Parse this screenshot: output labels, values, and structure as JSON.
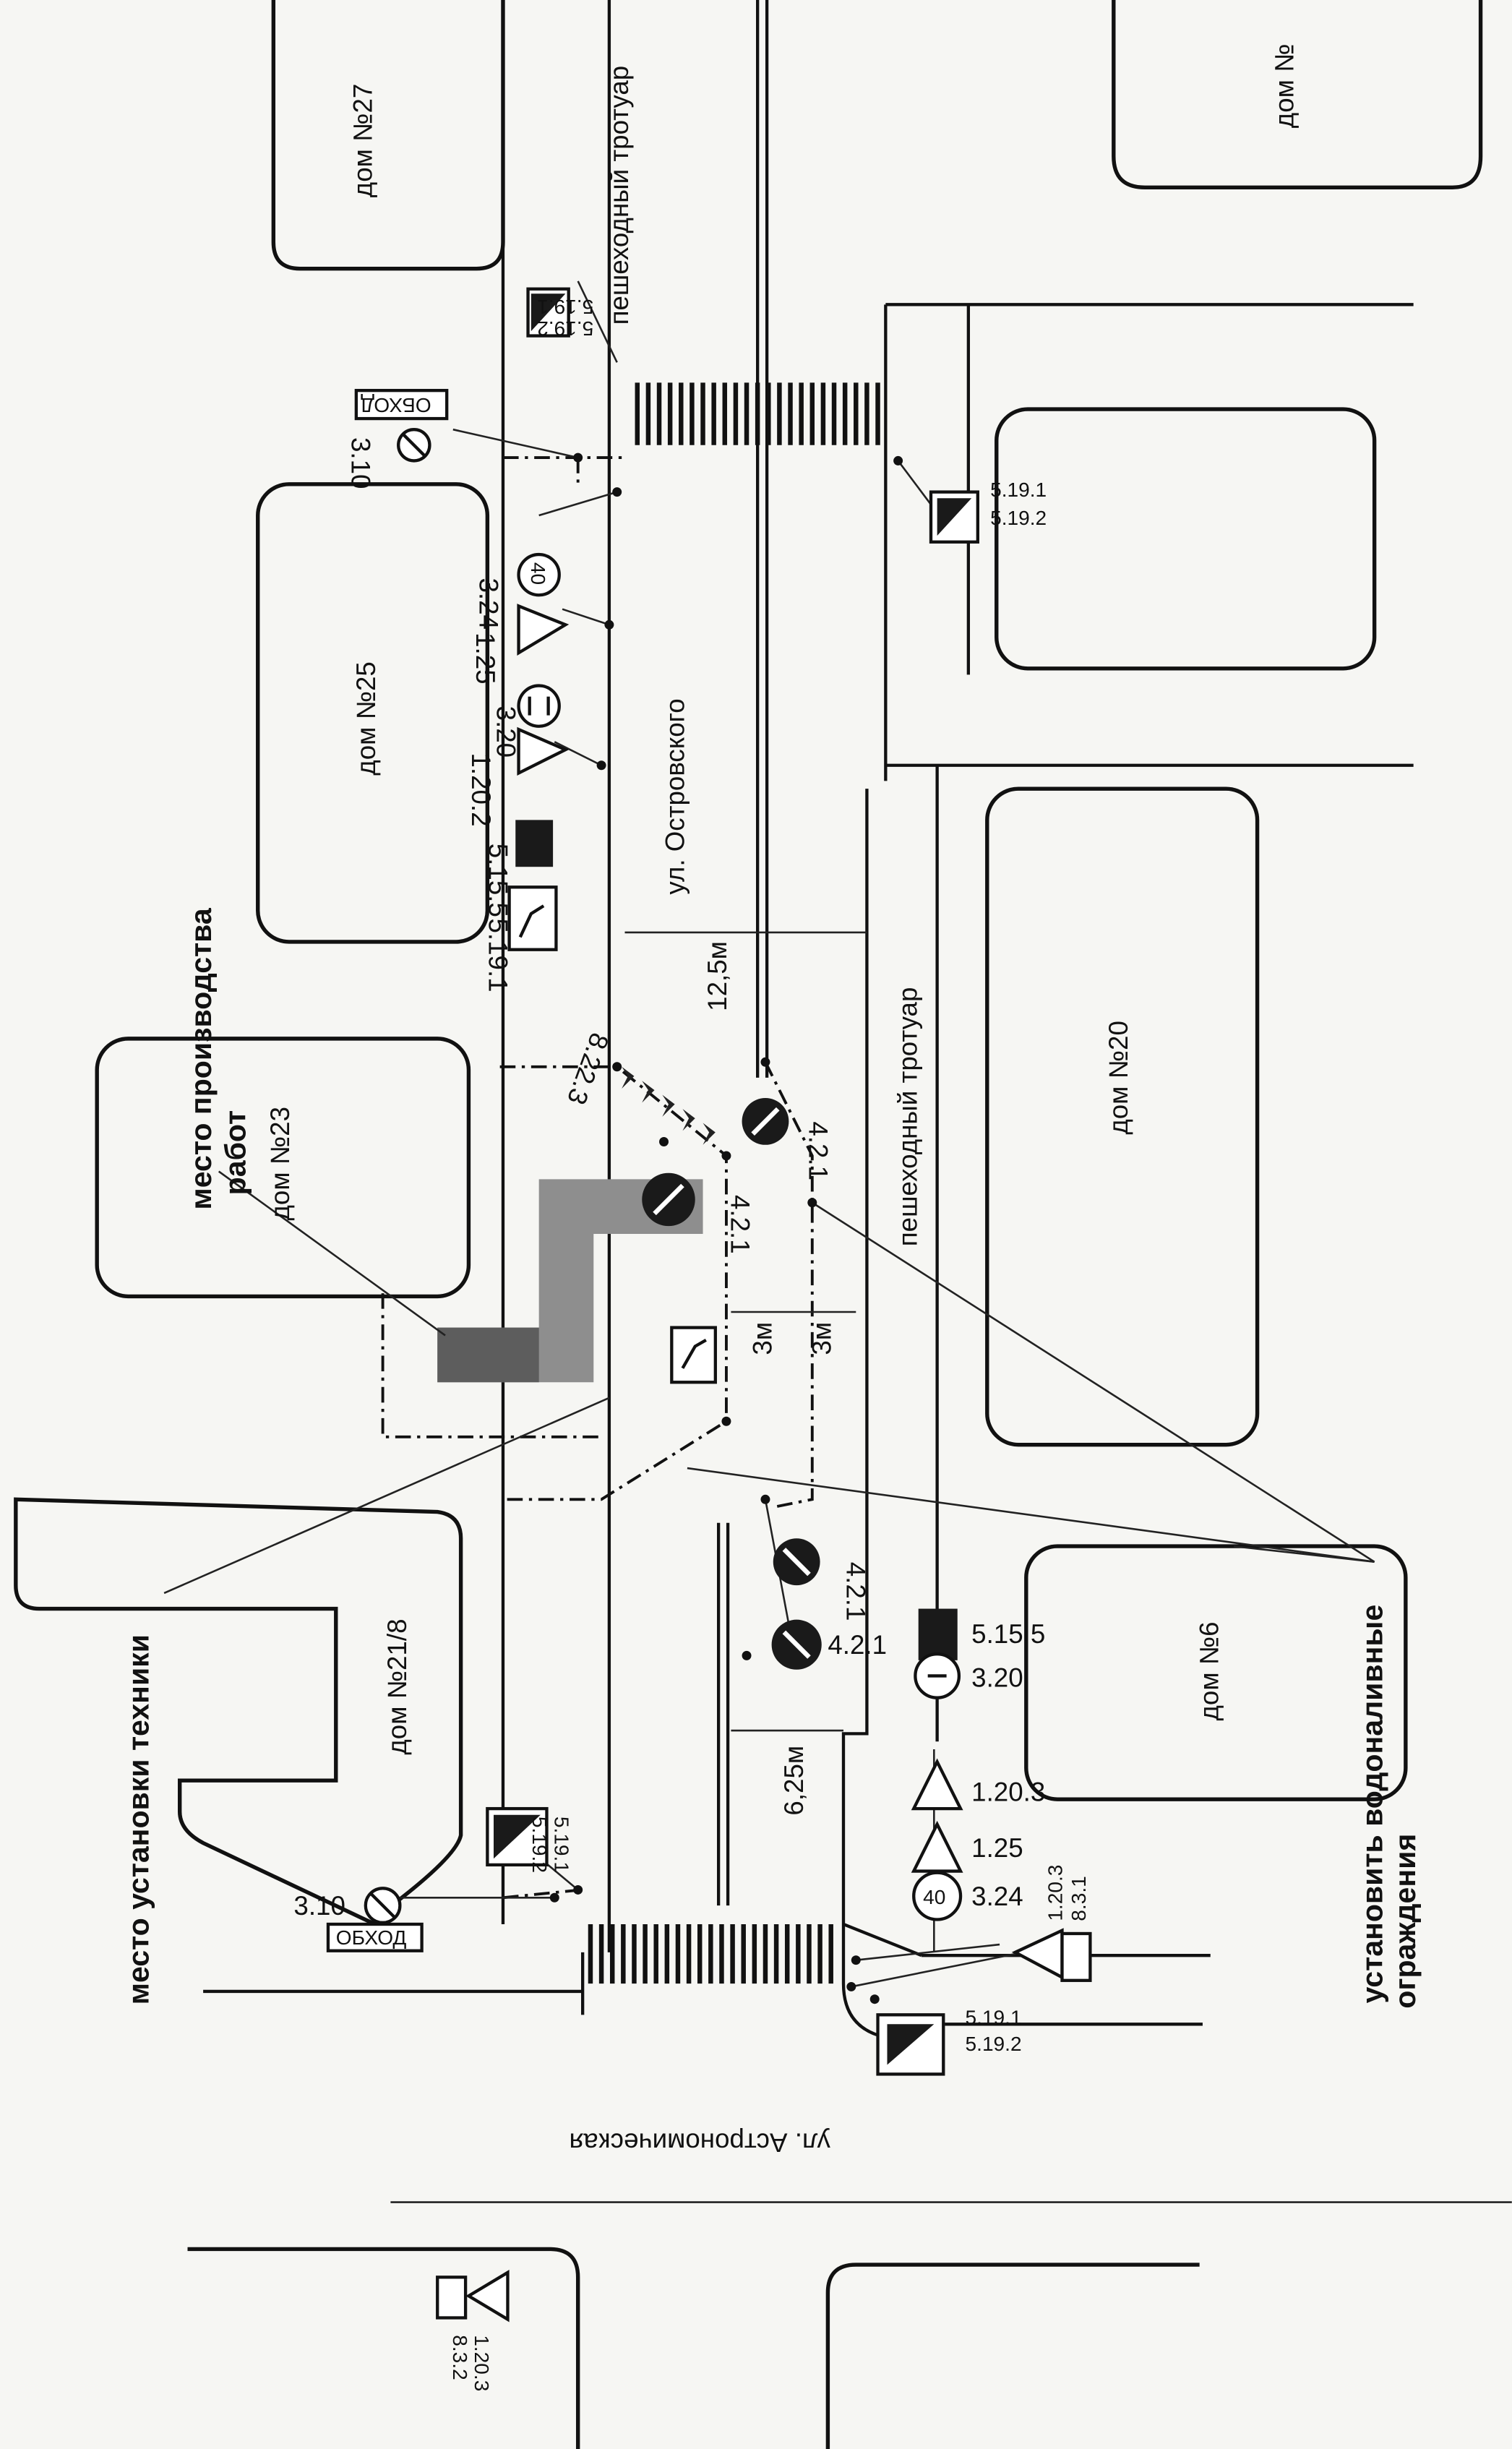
{
  "buildings": {
    "b27": "дом №27",
    "btop": "дом №",
    "b25": "дом №25",
    "b23": "дом №23",
    "b21": "дом №21/8",
    "b20": "дом №20",
    "b6": "дом №6"
  },
  "streets": {
    "ostrovskogo": "ул. Островского",
    "astronomicheskaya": "ул. Астрономическая"
  },
  "sidewalks": [
    "пешеходный тротуар",
    "пешеходный тротуар"
  ],
  "annotations": {
    "work_site": [
      "место производства",
      "работ"
    ],
    "equipment": "место установки техники",
    "barriers": [
      "установить водоналивные",
      "ограждения"
    ]
  },
  "dimensions": {
    "width_street": "12,5м",
    "lane1": "3м",
    "lane2": "3м",
    "lane_bottom": "6,25м"
  },
  "signs": {
    "detour_text": "ОБХОД",
    "speed_limit": "40",
    "top_left": {
      "s1": "5.19.1",
      "s2": "5.19.2",
      "no_ped": "3.10"
    },
    "left_column": [
      "3.24",
      "1.25",
      "3.20",
      "1.20.2",
      "5.15.5",
      "5.19.1"
    ],
    "chevrons": "8.22.3",
    "work_zone": [
      "4.2.1",
      "4.2.1"
    ],
    "top_right": [
      "5.19.1",
      "5.19.2"
    ],
    "right_column": [
      "4.2.1",
      "4.2.1",
      "5.15.5",
      "3.20",
      "1.20.3",
      "1.25",
      "3.24"
    ],
    "right_post": [
      "1.20.3",
      "8.3.1"
    ],
    "bottom_right": [
      "5.19.1",
      "5.19.2"
    ],
    "bottom_left": {
      "no_ped": "3.10",
      "s1": "5.19.1",
      "s2": "5.19.2"
    },
    "bottom_post": [
      "1.20.3",
      "8.3.2"
    ]
  }
}
